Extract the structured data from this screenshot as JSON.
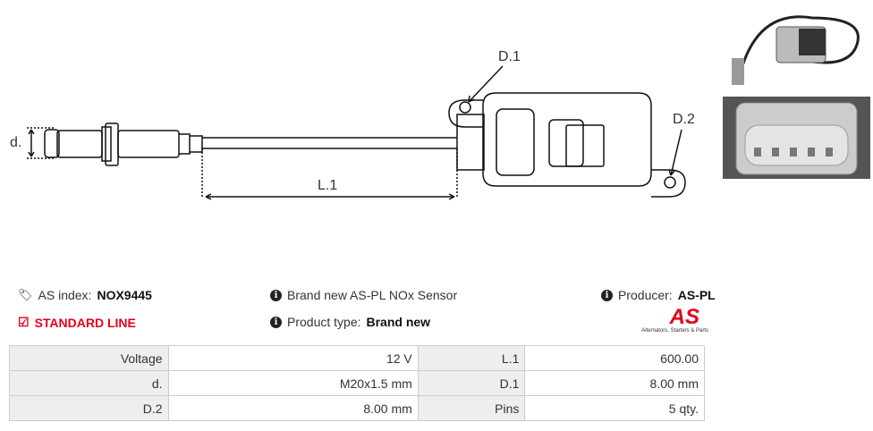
{
  "drawing": {
    "d": "d.",
    "l1": "L.1",
    "d1": "D.1",
    "d2": "D.2"
  },
  "info": {
    "as_index_label": "AS index:",
    "as_index": "NOX9445",
    "description": "Brand new AS-PL NOx Sensor",
    "producer_label": "Producer:",
    "producer": "AS-PL",
    "line": "STANDARD LINE",
    "product_type_label": "Product type:",
    "product_type": "Brand new"
  },
  "logo": {
    "text": "AS",
    "tagline": "Alternators, Starters & Parts",
    "color": "#e3001b"
  },
  "specs": [
    [
      {
        "label": "Voltage",
        "value": "12 V"
      },
      {
        "label": "L.1",
        "value": "600.00"
      }
    ],
    [
      {
        "label": "d.",
        "value": "M20x1.5 mm"
      },
      {
        "label": "D.1",
        "value": "8.00 mm"
      }
    ],
    [
      {
        "label": "D.2",
        "value": "8.00 mm"
      },
      {
        "label": "Pins",
        "value": "5 qty."
      }
    ]
  ]
}
